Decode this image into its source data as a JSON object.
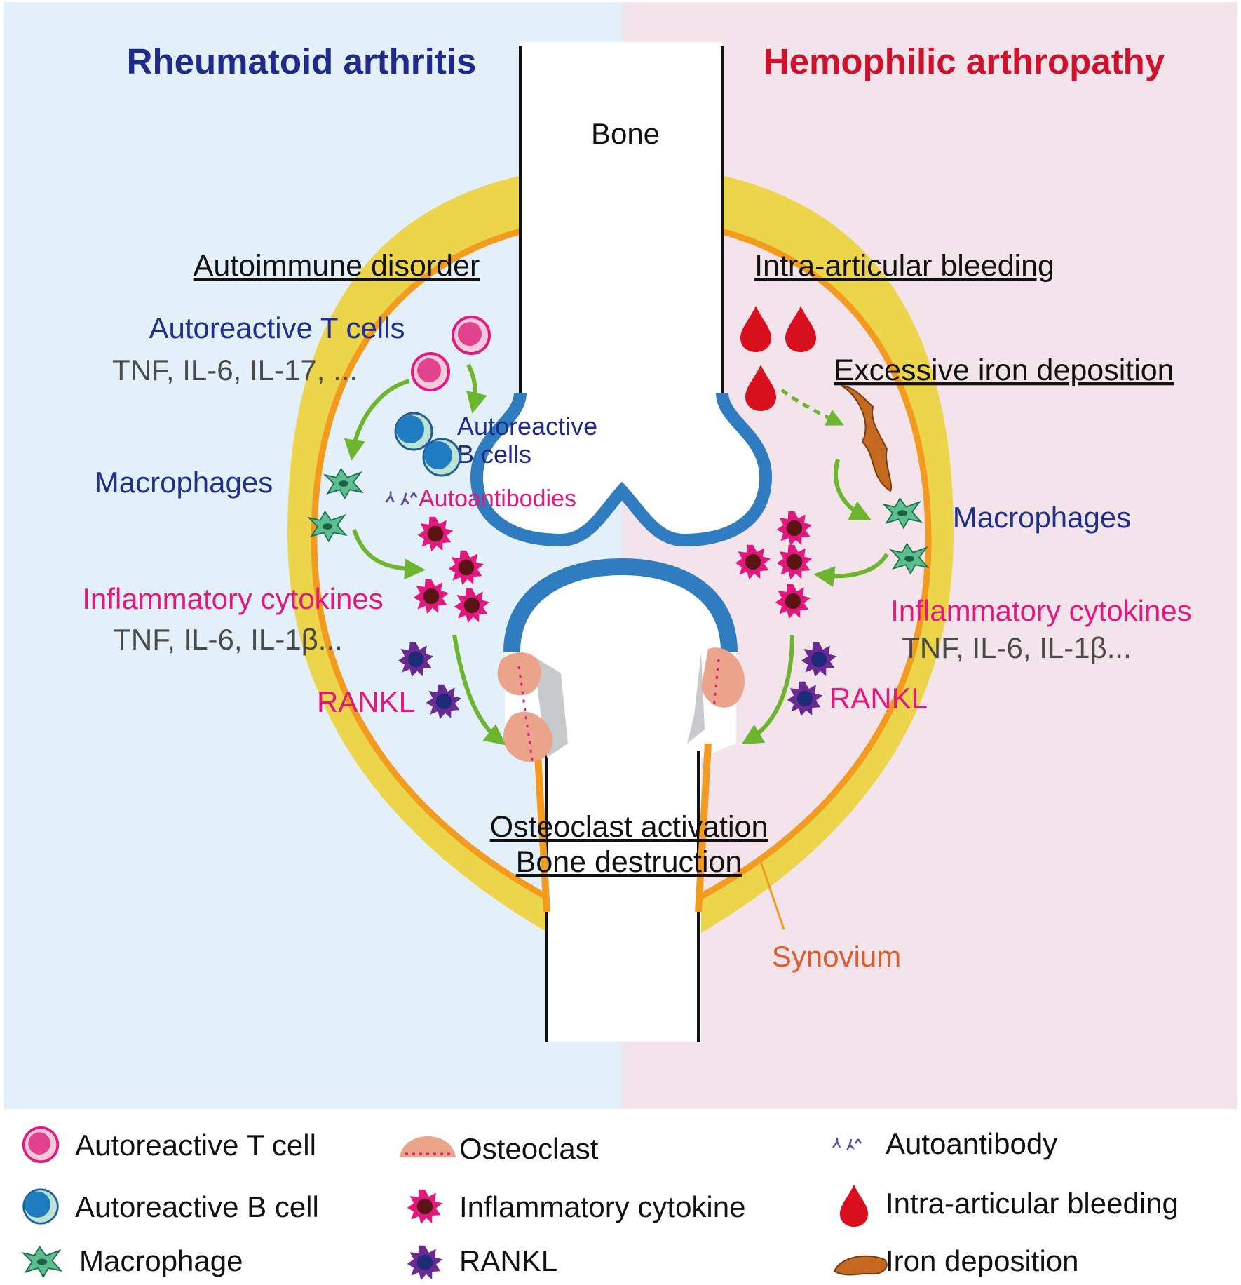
{
  "titles": {
    "left": "Rheumatoid arthritis",
    "right": "Hemophilic arthropathy",
    "left_color": "#1f2a8a",
    "right_color": "#d0112b"
  },
  "bone_label": "Bone",
  "left": {
    "heading": "Autoimmune disorder",
    "t_cells": "Autoreactive T cells",
    "t_cytokines": "TNF, IL-6, IL-17,  ...",
    "b_cells_1": "Autoreactive",
    "b_cells_2": "B cells",
    "autoantibodies": "Autoantibodies",
    "macrophages": "Macrophages",
    "inflammatory": "Inflammatory cytokines",
    "inflammatory_list": "TNF, IL-6, IL-1β...",
    "rankl": "RANKL"
  },
  "right": {
    "heading": "Intra-articular bleeding",
    "iron": "Excessive iron deposition",
    "macrophages": "Macrophages",
    "inflammatory": "Inflammatory cytokines",
    "inflammatory_list": "TNF, IL-6, IL-1β...",
    "rankl": "RANKL"
  },
  "center": {
    "line1": "Osteoclast activation",
    "line2": "Bone destruction"
  },
  "synovium": "Synovium",
  "legend": {
    "t_cell": "Autoreactive T cell",
    "b_cell": "Autoreactive B cell",
    "macrophage": "Macrophage",
    "osteoclast": "Osteoclast",
    "cytokine": "Inflammatory cytokine",
    "rankl": "RANKL",
    "autoantibody": "Autoantibody",
    "bleeding": "Intra-articular bleeding",
    "iron": "Iron deposition"
  },
  "colors": {
    "left_bg": "#e3f0f9",
    "right_bg": "#f3e3eb",
    "synovium_yellow": "#ecd54a",
    "synovium_orange": "#f29b1f",
    "cartilage_blue": "#2f7cc0",
    "arrow_green": "#6db52f",
    "cytokine_pink": "#e3187f",
    "rankl_purple": "#5b2a8c",
    "blood_red": "#d8101e",
    "iron_brown": "#c4691f",
    "macrophage_green": "#5cbf8e",
    "osteoclast_salmon": "#eba38a"
  }
}
